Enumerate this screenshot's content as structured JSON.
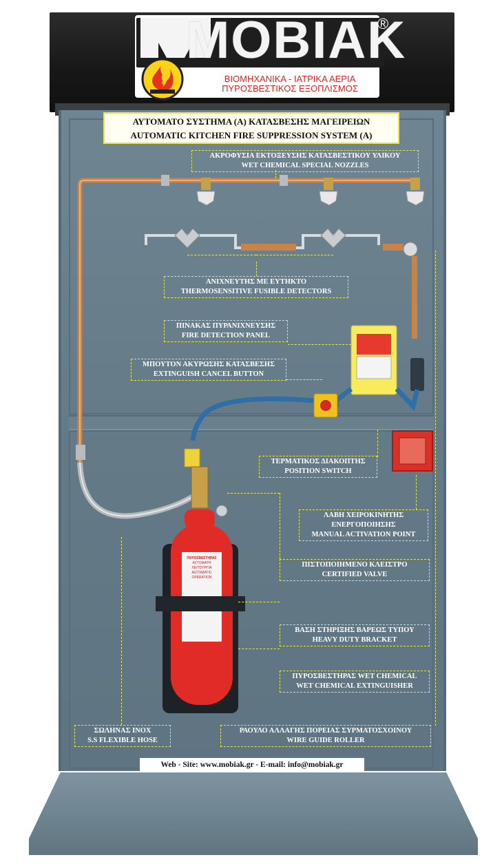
{
  "brand": {
    "name": "MOBIAK",
    "registered": "®",
    "tagline_line1": "ΒΙΟΜΗΧΑΝΙΚΑ - ΙΑΤΡΙΚΑ ΑΕΡΙΑ",
    "tagline_line2": "ΠΥΡΟΣΒΕΣΤΙΚΟΣ ΕΞΟΠΛΙΣΜΟΣ"
  },
  "title": {
    "greek": "ΑΥΤΟΜΑΤΟ ΣΥΣΤΗΜΑ (Α) ΚΑΤΑΣΒΕΣΗΣ ΜΑΓΕΙΡΕΙΩΝ",
    "english": "AUTOMATIC KITCHEN FIRE SUPPRESSION SYSTEM (A)"
  },
  "labels": {
    "nozzles": {
      "greek": "ΑΚΡΟΦΥΣΙΑ ΕΚΤΟΞΕΥΣΗΣ ΚΑΤΑΣΒΕΣΤΙΚΟΥ ΥΛΙΚΟΥ",
      "english": "WET CHEMICAL SPECIAL NOZZLES"
    },
    "detectors": {
      "greek": "ΑΝΙΧΝΕΥΤΗΣ ΜΕ ΕΥΤΗΚΤΟ",
      "english": "THERMOSENSITIVE FUSIBLE DETECTORS"
    },
    "panel": {
      "greek": "ΠΙΝΑΚΑΣ ΠΥΡΑΝΙΧΝΕΥΣΗΣ",
      "english": "FIRE DETECTION PANEL"
    },
    "cancel": {
      "greek": "ΜΠΟΥΤΟΝ ΑΚΥΡΩΣΗΣ ΚΑΤΑΣΒΕΣΗΣ",
      "english": "EXTINGUISH CANCEL BUTTON"
    },
    "switch": {
      "greek": "ΤΕΡΜΑΤΙΚΟΣ ΔΙΑΚΟΠΤΗΣ",
      "english": "POSITION SWITCH"
    },
    "manual": {
      "greek1": "ΛΑΒΗ ΧΕΙΡΟΚΙΝΗΤΗΣ",
      "greek2": "ΕΝΕΡΓΟΠΟΙΗΣΗΣ",
      "english": "MANUAL ACTIVATION POINT"
    },
    "valve": {
      "greek": "ΠΙΣΤΟΠΟΙΗΜΕΝΟ ΚΛΕΙΣΤΡΟ",
      "english": "CERTIFIED VALVE"
    },
    "bracket": {
      "greek": "ΒΑΣΗ ΣΤΗΡΙΞΗΣ ΒΑΡΕΩΣ ΤΥΠΟΥ",
      "english": "HEAVY DUTY BRACKET"
    },
    "extinguisher": {
      "greek": "ΠΥΡΟΣΒΕΣΤΗΡΑΣ WET CHEMICAL",
      "english": "WET CHEMICAL EXTINGUISHER"
    },
    "hose": {
      "greek": "ΣΩΛΗΝΑΣ INOX",
      "english": "S.S FLEXIBLE HOSE"
    },
    "roller": {
      "greek": "ΡΑΟΥΛΟ ΑΛΛΑΓΗΣ ΠΟΡΕΙΑΣ ΣΥΡΜΑΤΟΣΧΟΙΝΟΥ",
      "english": "WIRE GUIDE ROLLER"
    }
  },
  "cylinder": {
    "line1": "ΠΥΡΟΣΒΕΣΤΗΡΑΣ",
    "line2": "ΑΥΤΟΜΑΤΗ ΛΕΙΤΟΥΡΓΙΑ",
    "line3": "AUTOMATIC OPERATION"
  },
  "footer": {
    "web": "Web - Site: www.mobiak.gr - E-mail: info@mobiak.gr"
  },
  "colors": {
    "board": "#677d8a",
    "header": "#1b1b1b",
    "cylinder": "#e02b26",
    "label_border": "#e1e65a",
    "copper": "#c8834a"
  }
}
